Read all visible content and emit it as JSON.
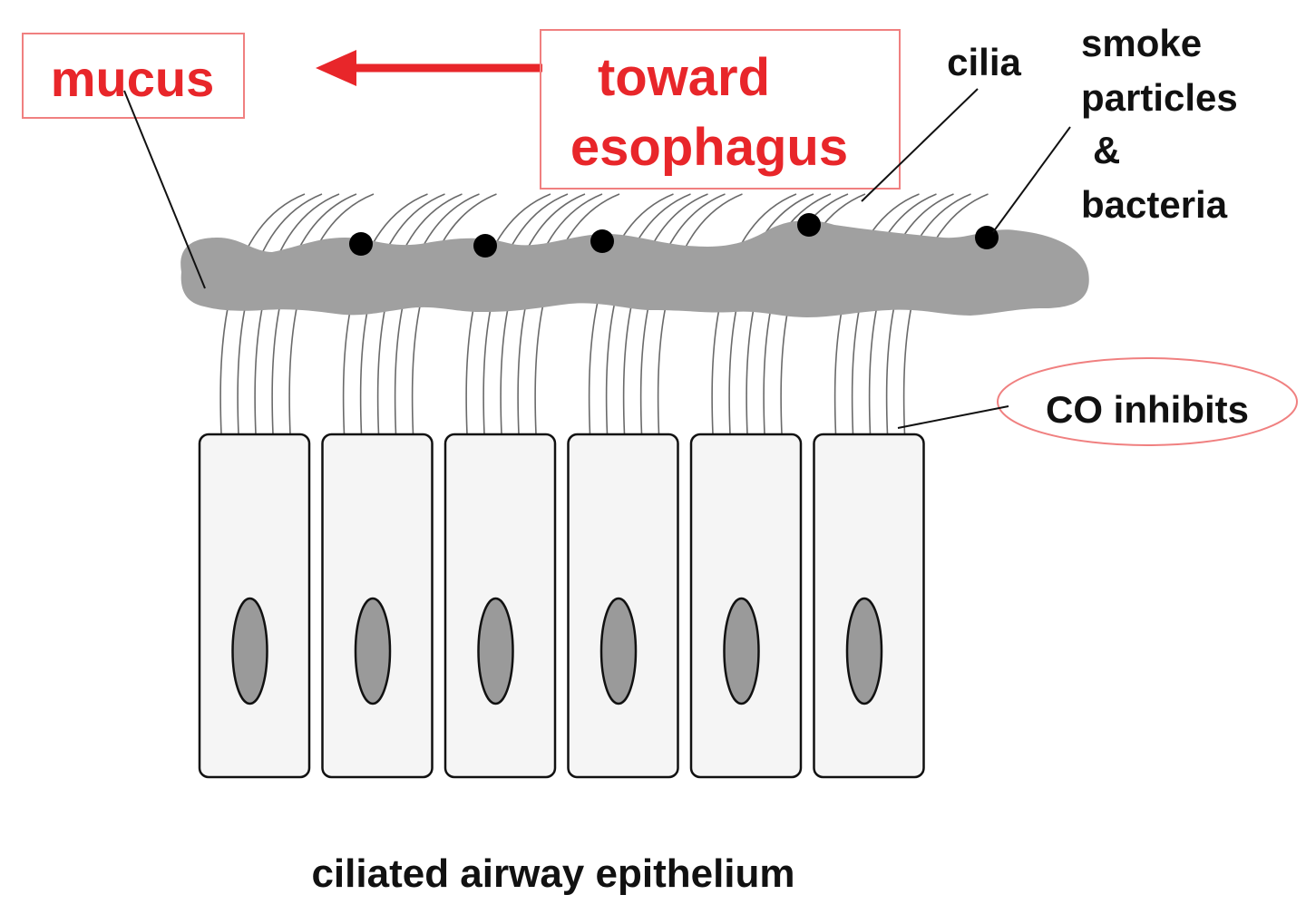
{
  "labels": {
    "mucus": "mucus",
    "direction_line1": "toward",
    "direction_line2": "esophagus",
    "cilia": "cilia",
    "particles_line1": "smoke",
    "particles_line2": "particles",
    "particles_line3": "&",
    "particles_line4": "bacteria",
    "co_inhibits": "CO inhibits",
    "caption": "ciliated airway epithelium"
  },
  "colors": {
    "accent_red": "#e8262a",
    "box_border_red": "#f08080",
    "mucus_gray": "#a0a0a0",
    "cell_fill": "#f5f5f5",
    "nucleus_fill": "#9a9a9a",
    "ink": "#111111"
  },
  "cell_count": 6,
  "particle_count": 5
}
